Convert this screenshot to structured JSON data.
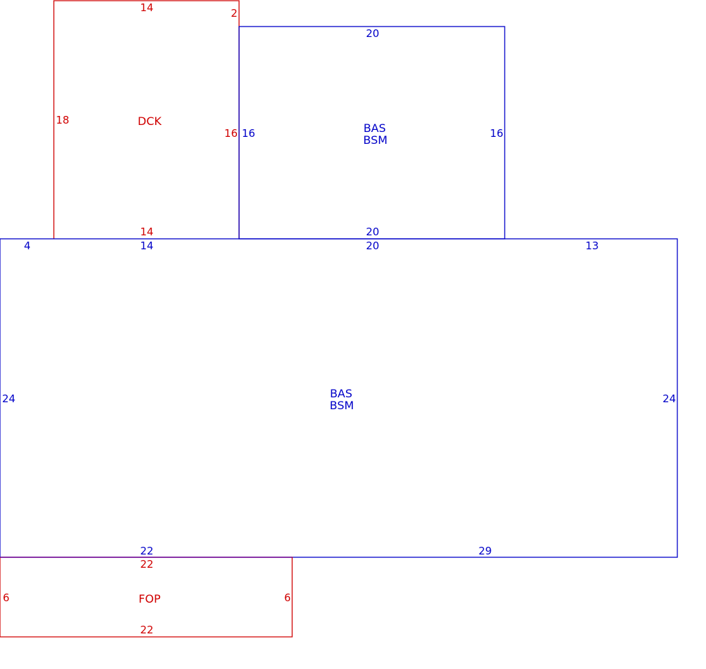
{
  "colors": {
    "blue": "#0000c8",
    "red": "#d00000",
    "background": "#ffffff"
  },
  "bsm_upper": {
    "code1": "BAS",
    "code2": "BSM",
    "top": "20",
    "bottom": "20",
    "left": "16",
    "right": "16"
  },
  "bsm_main": {
    "code1": "BAS",
    "code2": "BSM",
    "top_seg_1": "4",
    "top_seg_2": "14",
    "top_seg_3": "20",
    "top_seg_4": "13",
    "left": "24",
    "right": "24",
    "bottom_seg_1": "22",
    "bottom_seg_2": "29"
  },
  "deck": {
    "code": "DCK",
    "top": "14",
    "corner": "2",
    "left": "18",
    "right": "16",
    "bottom": "14"
  },
  "porch": {
    "code": "FOP",
    "top": "22",
    "bottom": "22",
    "left": "6",
    "right": "6"
  }
}
